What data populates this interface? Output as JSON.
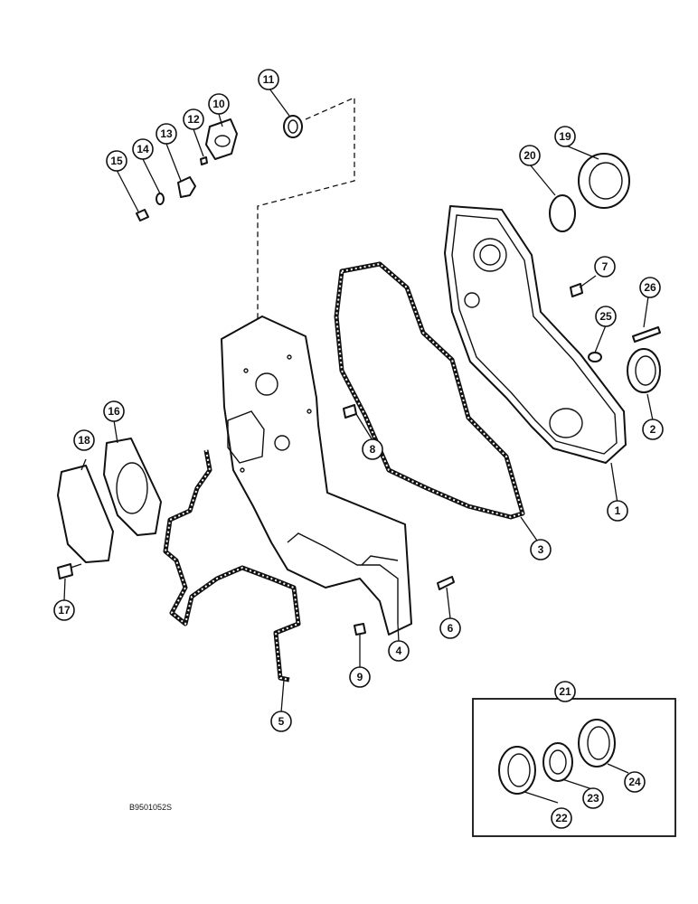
{
  "drawing": {
    "document_number": "B9501052S",
    "callouts": [
      "1",
      "2",
      "3",
      "4",
      "5",
      "6",
      "7",
      "8",
      "9",
      "10",
      "11",
      "12",
      "13",
      "14",
      "15",
      "16",
      "17",
      "18",
      "19",
      "20",
      "21",
      "22",
      "23",
      "24",
      "25",
      "26"
    ]
  }
}
